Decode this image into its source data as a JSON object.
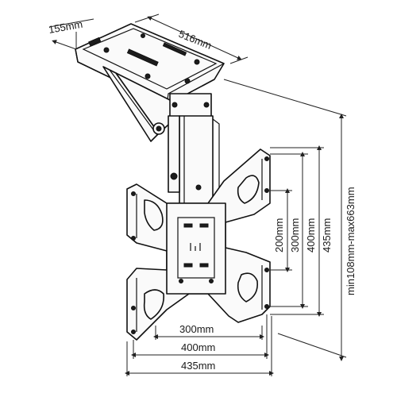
{
  "dimensions": {
    "depth": "155mm",
    "width": "516mm",
    "height_range": "min108mm-max663mm",
    "vesa_h_300": "300mm",
    "vesa_h_400": "400mm",
    "vesa_h_435": "435mm",
    "vesa_v_200": "200mm",
    "vesa_v_300": "300mm",
    "vesa_v_400": "400mm",
    "vesa_v_435": "435mm"
  },
  "colors": {
    "line": "#111111",
    "fill": "#fafafa",
    "dark": "#1c1c1c"
  }
}
